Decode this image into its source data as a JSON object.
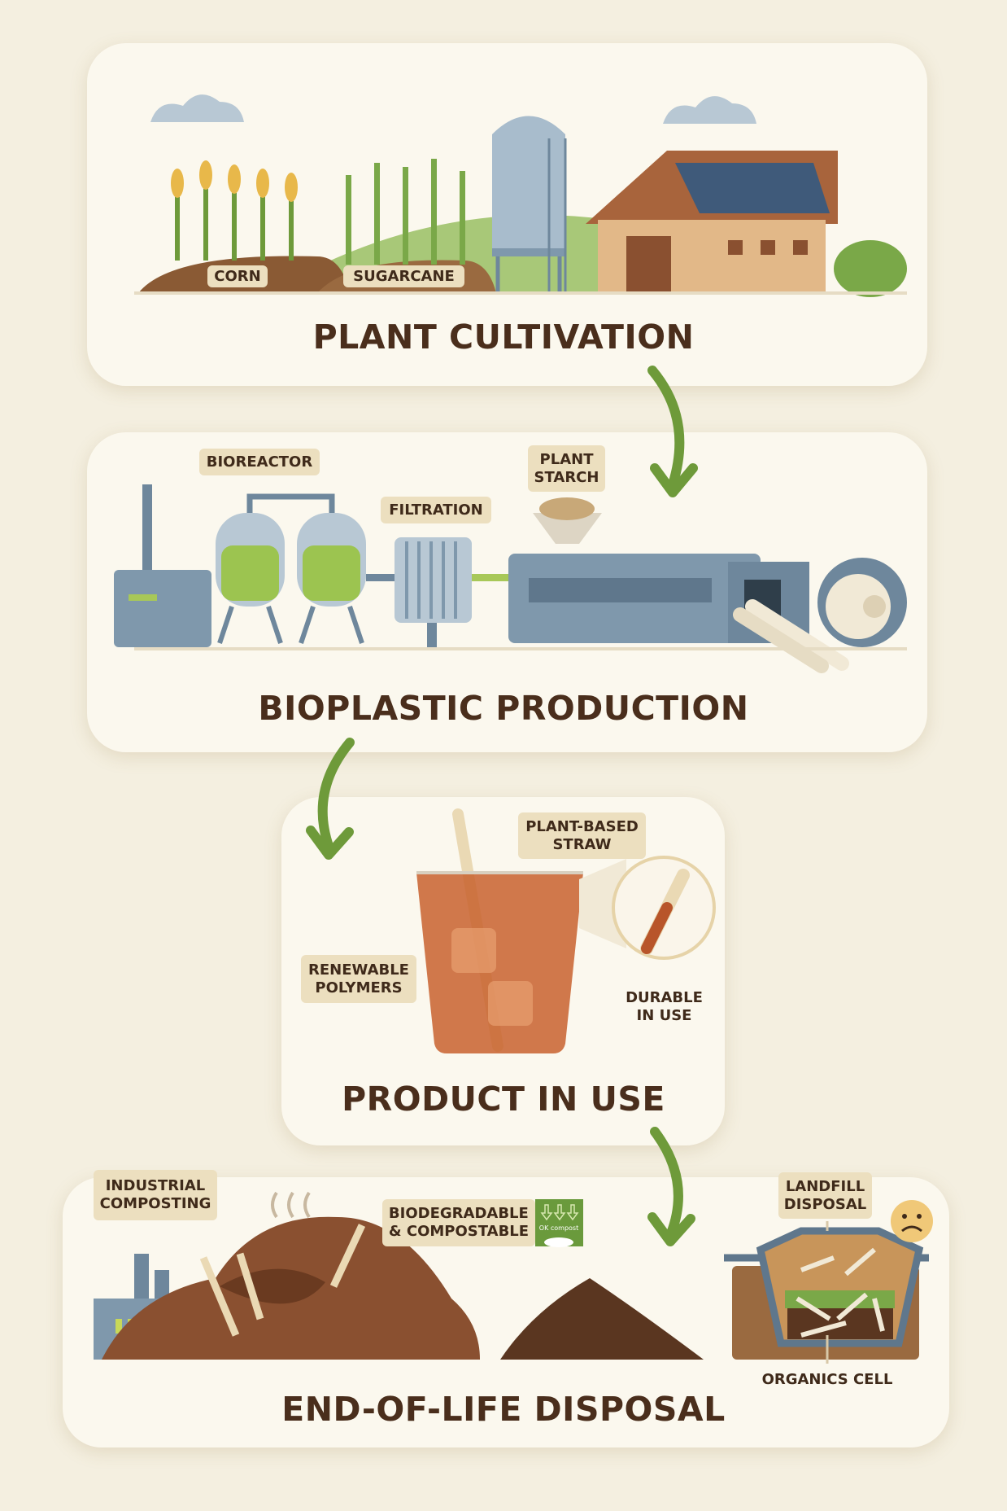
{
  "stages": [
    {
      "title": "PLANT CULTIVATION",
      "labels": [
        "CORN",
        "SUGARCANE"
      ]
    },
    {
      "title": "BIOPLASTIC PRODUCTION",
      "labels": [
        "BIOREACTOR",
        "FILTRATION",
        "PLANT\nSTARCH"
      ]
    },
    {
      "title": "PRODUCT IN USE",
      "labels": [
        "PLANT-BASED\nSTRAW",
        "RENEWABLE\nPOLYMERS",
        "DURABLE\nIN USE"
      ]
    },
    {
      "title": "END-OF-LIFE DISPOSAL",
      "labels": [
        "INDUSTRIAL\nCOMPOSTING",
        "BIODEGRADABLE\n& COMPOSTABLE",
        "LANDFILL\nDISPOSAL",
        "ORGANICS CELL"
      ],
      "badge_text": "OK compost"
    }
  ],
  "colors": {
    "background": "#f4efe0",
    "panel": "#fbf8ee",
    "arrow": "#6e9a3a",
    "title": "#4a2e1c",
    "label_bg": "#ecdfbf",
    "badge": "#6a9a3c"
  }
}
